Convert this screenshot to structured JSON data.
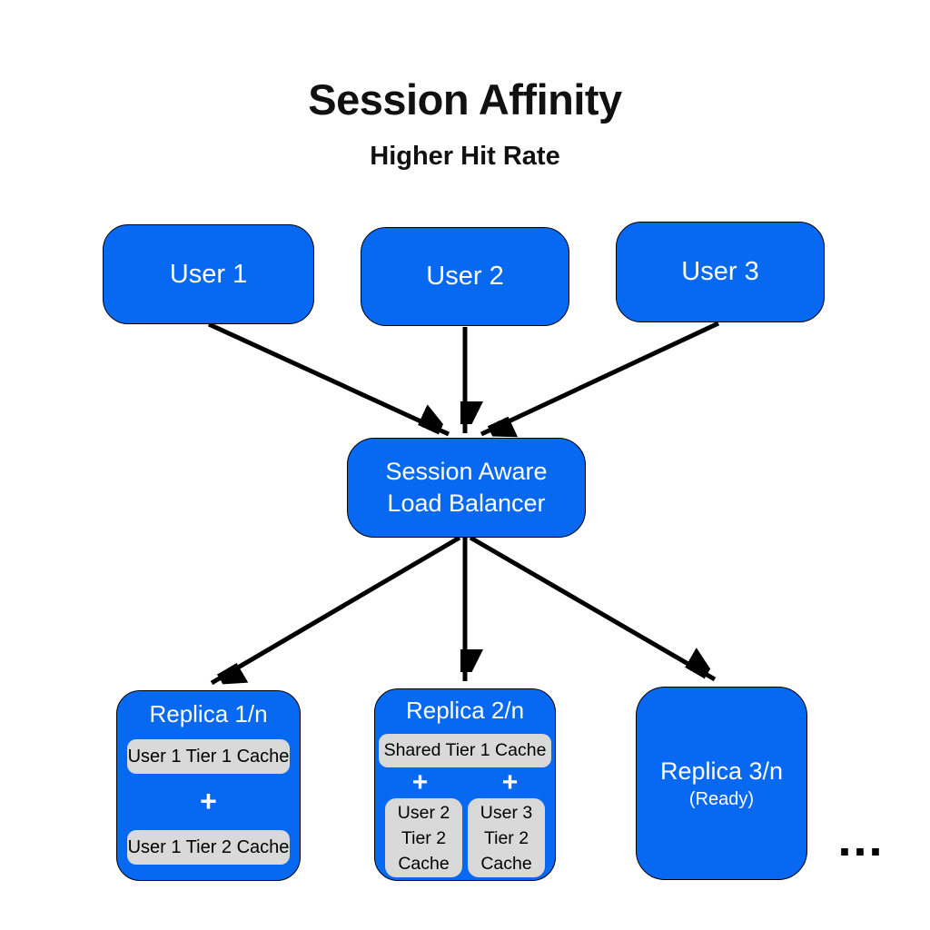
{
  "colors": {
    "box_blue": "#0768f2",
    "pill_gray": "#d9d9d9",
    "arrow_black": "#000000",
    "text_on_blue": "#ffffff",
    "text_on_gray": "#000000",
    "page_bg": "#ffffff"
  },
  "header": {
    "title": "Session Affinity",
    "subtitle": "Higher Hit Rate"
  },
  "users": [
    {
      "label": "User 1"
    },
    {
      "label": "User 2"
    },
    {
      "label": "User 3"
    }
  ],
  "load_balancer": {
    "line1": "Session Aware",
    "line2": "Load Balancer"
  },
  "replicas": [
    {
      "title": "Replica 1/n",
      "tier1_cache": "User 1 Tier 1 Cache",
      "plus": "+",
      "tier2_cache": "User 1 Tier 2 Cache"
    },
    {
      "title": "Replica 2/n",
      "tier1_cache": "Shared Tier 1 Cache",
      "plus_left": "+",
      "plus_right": "+",
      "tier2_cache_left": "User 2 Tier 2 Cache",
      "tier2_cache_right": "User 3 Tier 2 Cache"
    },
    {
      "title": "Replica 3/n",
      "status": "(Ready)"
    }
  ],
  "more_replicas_ellipsis": "..."
}
